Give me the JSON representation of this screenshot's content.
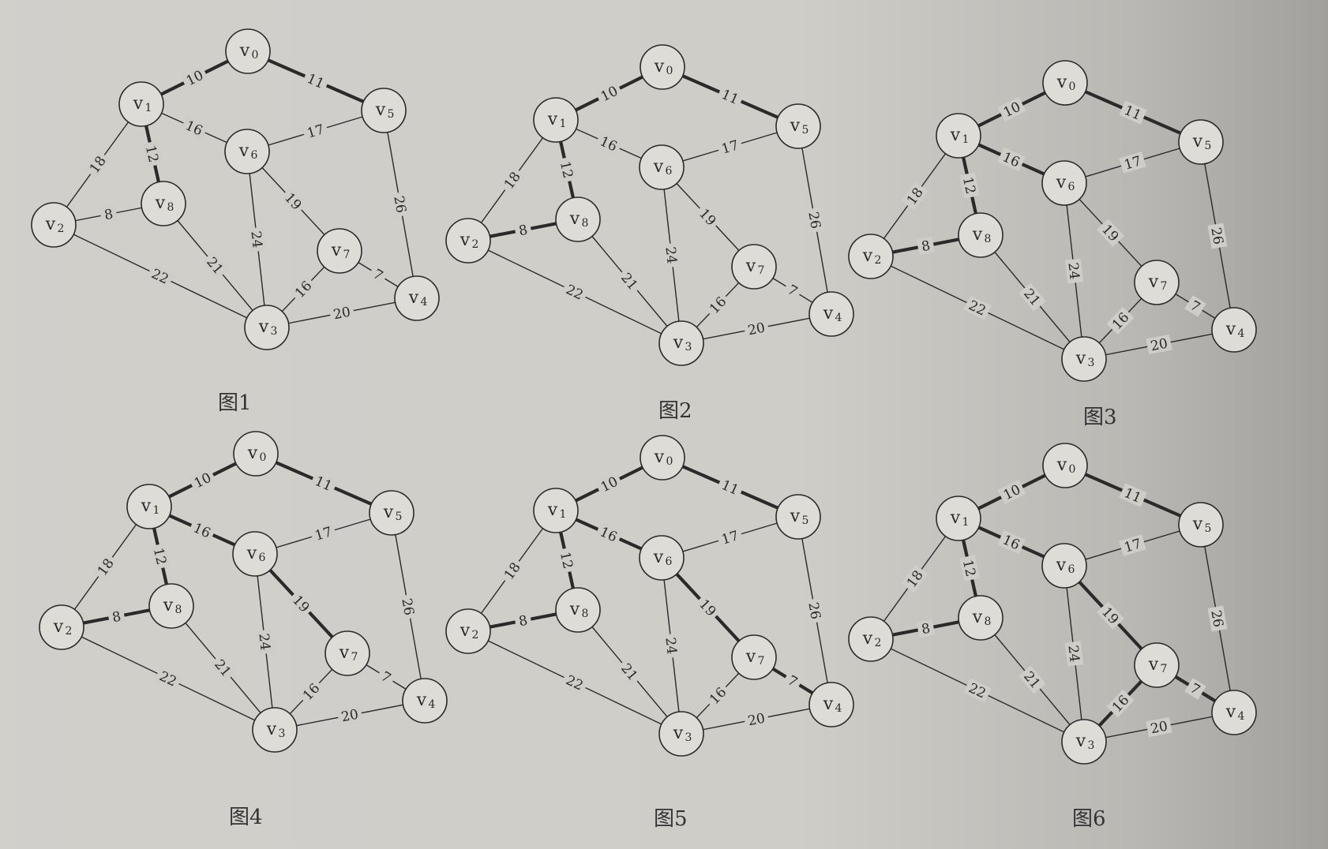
{
  "nodes": [
    {
      "id": "v0",
      "label": "v",
      "sub": "0"
    },
    {
      "id": "v1",
      "label": "v",
      "sub": "1"
    },
    {
      "id": "v2",
      "label": "v",
      "sub": "2"
    },
    {
      "id": "v3",
      "label": "v",
      "sub": "3"
    },
    {
      "id": "v4",
      "label": "v",
      "sub": "4"
    },
    {
      "id": "v5",
      "label": "v",
      "sub": "5"
    },
    {
      "id": "v6",
      "label": "v",
      "sub": "6"
    },
    {
      "id": "v7",
      "label": "v",
      "sub": "7"
    },
    {
      "id": "v8",
      "label": "v",
      "sub": "8"
    }
  ],
  "edges": [
    {
      "from": "v0",
      "to": "v1",
      "weight": "10"
    },
    {
      "from": "v0",
      "to": "v5",
      "weight": "11"
    },
    {
      "from": "v1",
      "to": "v6",
      "weight": "16"
    },
    {
      "from": "v1",
      "to": "v8",
      "weight": "12"
    },
    {
      "from": "v1",
      "to": "v2",
      "weight": "18"
    },
    {
      "from": "v2",
      "to": "v8",
      "weight": "8"
    },
    {
      "from": "v2",
      "to": "v3",
      "weight": "22"
    },
    {
      "from": "v8",
      "to": "v3",
      "weight": "21"
    },
    {
      "from": "v6",
      "to": "v5",
      "weight": "17"
    },
    {
      "from": "v6",
      "to": "v7",
      "weight": "19"
    },
    {
      "from": "v6",
      "to": "v3",
      "weight": "24"
    },
    {
      "from": "v5",
      "to": "v4",
      "weight": "26"
    },
    {
      "from": "v7",
      "to": "v4",
      "weight": "7"
    },
    {
      "from": "v7",
      "to": "v3",
      "weight": "16"
    },
    {
      "from": "v3",
      "to": "v4",
      "weight": "20"
    }
  ],
  "figures": [
    {
      "caption": "图1",
      "highlighted": [
        "v0-v1",
        "v0-v5",
        "v1-v8"
      ]
    },
    {
      "caption": "图2",
      "highlighted": [
        "v0-v1",
        "v0-v5",
        "v1-v8",
        "v2-v8"
      ]
    },
    {
      "caption": "图3",
      "highlighted": [
        "v0-v1",
        "v0-v5",
        "v1-v8",
        "v2-v8",
        "v1-v6"
      ]
    },
    {
      "caption": "图4",
      "highlighted": [
        "v0-v1",
        "v0-v5",
        "v1-v8",
        "v2-v8",
        "v1-v6",
        "v6-v7"
      ]
    },
    {
      "caption": "图5",
      "highlighted": [
        "v0-v1",
        "v0-v5",
        "v1-v8",
        "v2-v8",
        "v1-v6",
        "v6-v7",
        "v7-v4"
      ]
    },
    {
      "caption": "图6",
      "highlighted": [
        "v0-v1",
        "v0-v5",
        "v1-v8",
        "v2-v8",
        "v1-v6",
        "v6-v7",
        "v7-v4",
        "v7-v3"
      ]
    }
  ],
  "colors": {
    "paper": "#cfcdc8",
    "node_fill": "#dedcd6",
    "stroke": "#2a2a2a"
  }
}
